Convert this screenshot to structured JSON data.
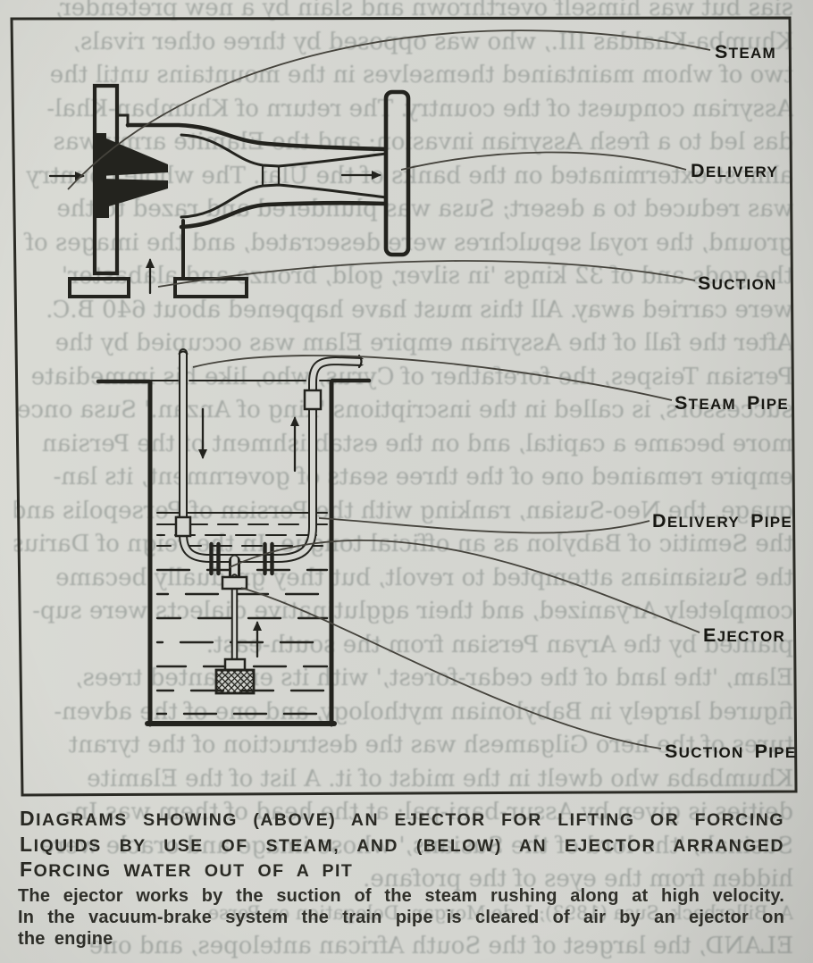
{
  "figure": {
    "labels": [
      {
        "id": "steam",
        "text": "STEAM"
      },
      {
        "id": "delivery",
        "text": "DELIVERY"
      },
      {
        "id": "suction",
        "text": "SUCTION"
      },
      {
        "id": "steam-pipe",
        "text": "STEAM PIPE"
      },
      {
        "id": "delivery-pipe",
        "text": "DELIVERY PIPE"
      },
      {
        "id": "ejector",
        "text": "EJECTOR"
      },
      {
        "id": "suction-pipe",
        "text": "SUCTION PIPE"
      }
    ]
  },
  "caption": {
    "heading_lines": [
      "DIAGRAMS SHOWING (ABOVE) AN EJECTOR FOR LIFTING OR FORCING",
      "LIQUIDS BY USE OF STEAM, AND (BELOW) AN EJECTOR ARRANGED FOR",
      "FORCING WATER OUT OF A PIT"
    ],
    "body_lines": [
      "The ejector works by the suction of the steam rushing along at high velocity.",
      "In the vacuum-brake system the train pipe is cleared of air by an ejector on",
      "the engine"
    ]
  },
  "bleedthrough": {
    "lines": [
      "sias but was himself overthrown and slain by a new pretender,",
      "Khumba-Khaldas III., who was opposed by three other rivals,",
      "two of whom maintained themselves in the mountains until the",
      "Assyrian conquest of the country. The return of Khumban-Khal-",
      "das led to a fresh Assyrian invasion; and the Elamite army was",
      "almost exterminated on the banks of the Ulai. The whole country",
      "was reduced to a desert; Susa was plundered and razed to the",
      "ground, the royal sepulchres were desecrated, and the images of",
      "the gods and of 32 kings 'in silver, gold, bronze and alabaster'",
      "were carried away. All this must have happened about 640 B.C.",
      "After the fall of the Assyrian empire Elam was occupied by the",
      "Persian Teispes, the forefather of Cyrus, who, like his immediate",
      "successors, is called in the inscriptions 'king of Anzan.' Susa once",
      "more became a capital, and on the establishment of the Persian",
      "empire remained one of the three seats of government, its lan-",
      "guage, the Neo-Susian, ranking with the Persian of Persepolis and",
      "the Semitic of Babylon as an official tongue. In the reign of Darius",
      "the Susianians attempted to revolt, but they gradually became",
      "completely Aryanized, and their agglutinative dialects were sup-",
      "planted by the Aryan Persian from the south-east.",
      "Elam, 'the land of the cedar-forest,' with its enchanted trees,",
      "figured largely in Babylonian mythology, and one of the adven-",
      "tures of the hero Gilgamesh was the destruction of the tyrant",
      "Khumbaba who dwelt in the midst of it. A list of the Elamite",
      "deities is given by Assur-bani-pal; at the head of them was In-",
      "Susinak, 'the lord of the Susians,' whose image and oracle were",
      "hidden from the eyes of the profane.",
      "A. Billerbeck, Susa (1893); J. de Morgan, Delegation en Perse",
      "ELAND, the largest of the South African antelopes, and one"
    ]
  },
  "colors": {
    "paper": "#d5d6d1",
    "ink": "#23231e",
    "leader_line": "#45433c",
    "bleed_text": "#7a837f"
  }
}
